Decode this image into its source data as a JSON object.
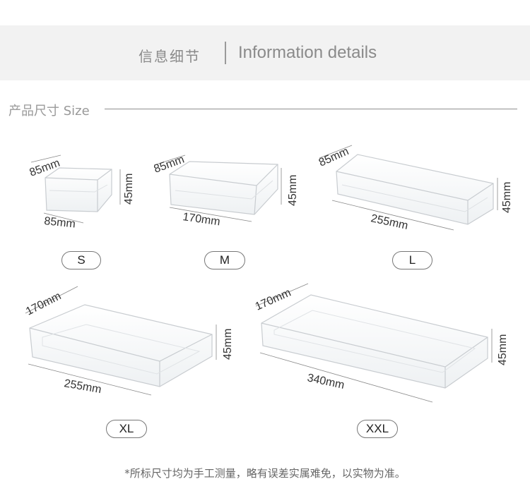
{
  "header": {
    "title_cn": "信息细节",
    "title_en": "Information details"
  },
  "section": {
    "title": "产品尺寸 Size"
  },
  "products": [
    {
      "size": "S",
      "depth": "85mm",
      "width": "85mm",
      "height": "45mm"
    },
    {
      "size": "M",
      "depth": "85mm",
      "width": "170mm",
      "height": "45mm"
    },
    {
      "size": "L",
      "depth": "85mm",
      "width": "255mm",
      "height": "45mm"
    },
    {
      "size": "XL",
      "depth": "170mm",
      "width": "255mm",
      "height": "45mm"
    },
    {
      "size": "XXL",
      "depth": "170mm",
      "width": "340mm",
      "height": "45mm"
    }
  ],
  "footnote": "*所标尺寸均为手工测量，略有误差实属难免，以实物为准。"
}
